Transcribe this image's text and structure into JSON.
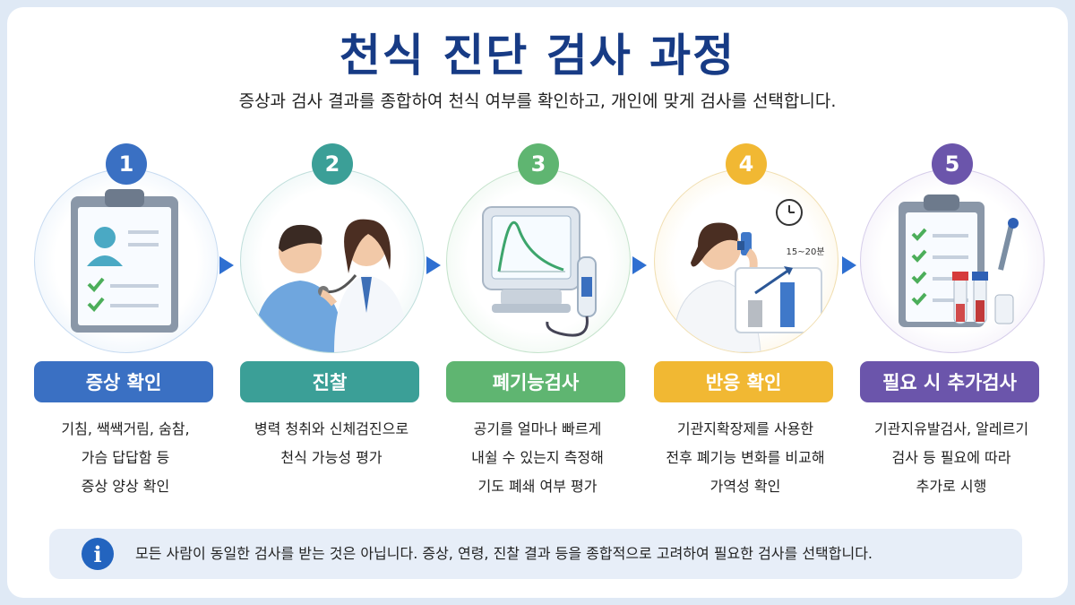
{
  "title": "천식 진단 검사 과정",
  "subtitle": "증상과 검사 결과를 종합하여 천식 여부를 확인하고, 개인에 맞게 검사를 선택합니다.",
  "steps": [
    {
      "number": "1",
      "label": "증상 확인",
      "color": "#3a70c3",
      "icon": "clipboard-profile-icon",
      "desc": [
        "기침, 쌕쌕거림, 숨참,",
        "가슴 답답함 등",
        "증상 양상 확인"
      ]
    },
    {
      "number": "2",
      "label": "진찰",
      "color": "#3b9f97",
      "icon": "doctor-stethoscope-icon",
      "desc": [
        "병력 청취와 신체검진으로",
        "천식 가능성 평가"
      ]
    },
    {
      "number": "3",
      "label": "폐기능검사",
      "color": "#5fb571",
      "icon": "spirometer-icon",
      "desc": [
        "공기를 얼마나 빠르게",
        "내쉴 수 있는지 측정해",
        "기도 폐쇄 여부 평가"
      ]
    },
    {
      "number": "4",
      "label": "반응 확인",
      "color": "#f1b833",
      "icon": "inhaler-icon",
      "desc": [
        "기관지확장제를 사용한",
        "전후 폐기능 변화를 비교해",
        "가역성 확인"
      ],
      "timer_label": "15~20분"
    },
    {
      "number": "5",
      "label": "필요 시 추가검사",
      "color": "#6b55ab",
      "icon": "clipboard-vials-icon",
      "desc": [
        "기관지유발검사, 알레르기",
        "검사 등 필요에 따라",
        "추가로 시행"
      ]
    }
  ],
  "note": {
    "icon": "info-icon",
    "symbol": "i",
    "text": "모든 사람이 동일한 검사를 받는 것은 아닙니다. 증상, 연령, 진찰 결과 등을 종합적으로 고려하여 필요한 검사를 선택합니다."
  },
  "arrow_color": "#2e6fd1"
}
